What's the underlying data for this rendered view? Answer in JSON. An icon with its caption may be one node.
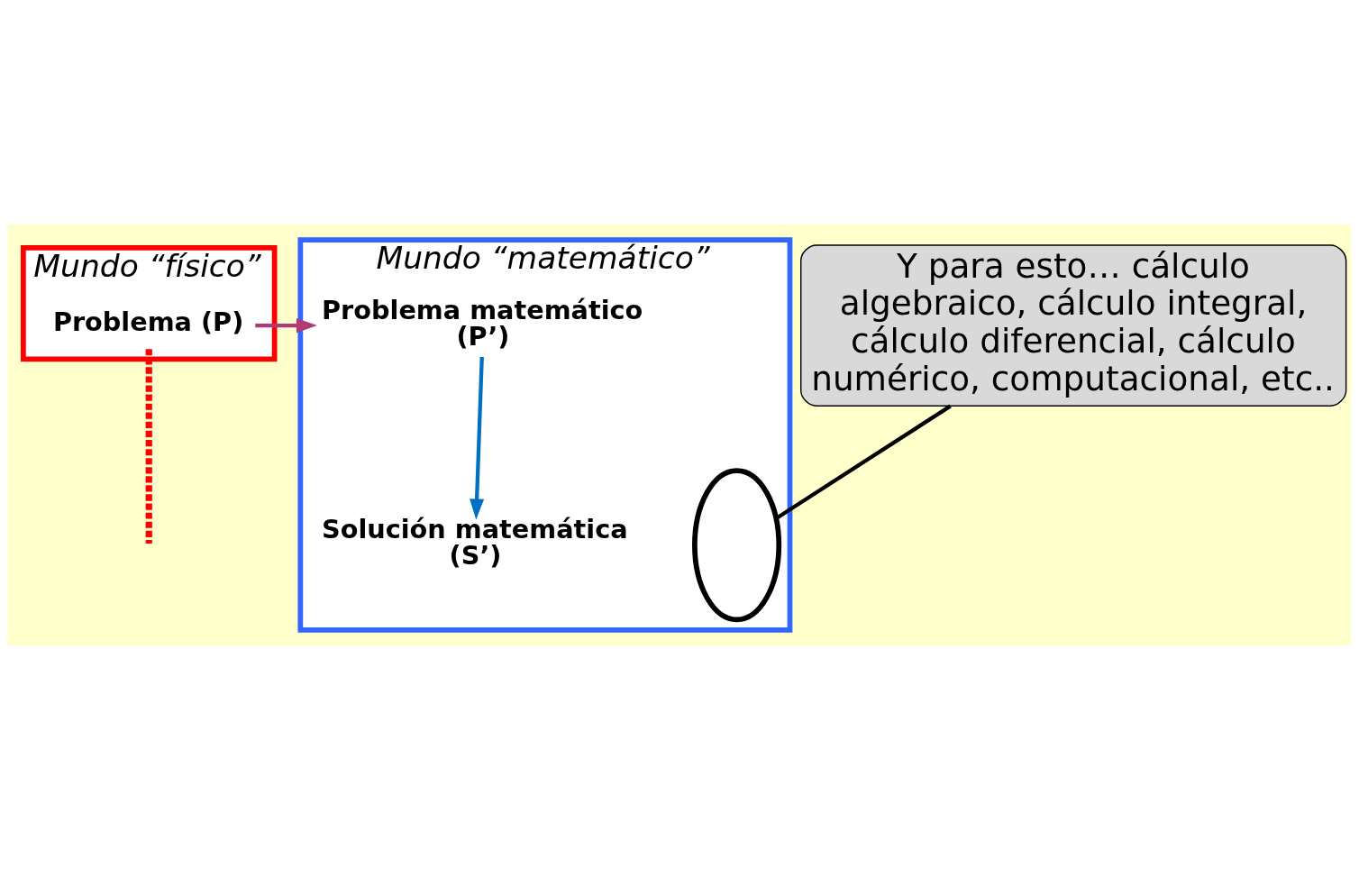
{
  "diagram": {
    "nodes": [
      {
        "text": [
          "Mundo “físico”"
        ]
      },
      {
        "text": [
          "Problema (P)"
        ],
        "in": 0
      },
      {
        "text": [
          "Mundo “matemático”"
        ]
      },
      {
        "text": [
          "Problema matemático (P’)"
        ],
        "in": 2
      },
      {
        "text": [
          "Solución matemática (S’)"
        ],
        "in": 2
      },
      {
        "text": [],
        "shape": "ellipse",
        "in": 2
      },
      {
        "text": [
          "Y para esto… cálculo algebraico, cálculo integral, cálculo diferencial, cálculo numérico, computacional, etc.."
        ]
      }
    ],
    "edges": [
      {
        "from": 1,
        "to": 3,
        "arrow": "to",
        "color": "#b03a78"
      },
      {
        "from": 3,
        "to": 4,
        "arrow": "to",
        "color": "#0070c0"
      },
      {
        "from": 1,
        "to": null,
        "arrow": "none",
        "style": "dashed",
        "color": "#ff0000"
      },
      {
        "from": 6,
        "to": 5,
        "arrow": "none",
        "color": "#000000"
      }
    ]
  }
}
